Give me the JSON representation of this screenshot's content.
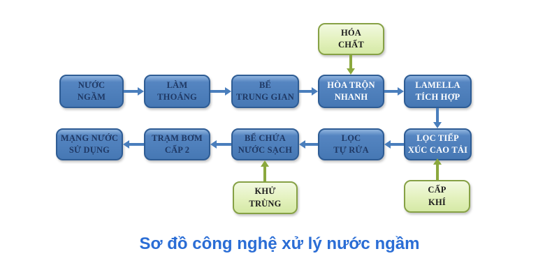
{
  "diagram": {
    "title": "Sơ đồ công nghệ xử lý nước ngầm",
    "colors": {
      "process_box_fill": "#4f81bd",
      "process_box_border": "#2e5c94",
      "process_text_dark": "#1f3864",
      "process_text_light": "#ffffff",
      "chemical_box_fill": "#e3f1bd",
      "chemical_box_border": "#86a145",
      "chemical_text": "#1c1c1c",
      "arrow_blue": "#4a7ebc",
      "arrow_green": "#8ba83e",
      "title_color": "#2a6dd5",
      "background": "#ffffff"
    },
    "nodes": {
      "nuoc_ngam": {
        "label": "NƯỚC\nNGẦM"
      },
      "lam_thoang": {
        "label": "LÀM\nTHOÁNG"
      },
      "be_trung_gian": {
        "label": "BỂ\nTRUNG GIAN"
      },
      "hoa_tron_nhanh": {
        "label": "HÒA TRỘN\nNHANH"
      },
      "lamella": {
        "label": "LAMELLA\nTÍCH HỢP"
      },
      "mang_nuoc_su_dung": {
        "label": "MẠNG NƯỚC\nSỬ DỤNG"
      },
      "tram_bom_cap2": {
        "label": "TRẠM BƠM\nCẤP 2"
      },
      "be_chua_nuoc_sach": {
        "label": "BỂ CHỨA\nNƯỚC SẠCH"
      },
      "loc_tu_rua": {
        "label": "LỌC\nTỰ RỬA"
      },
      "loc_tiep_xuc_cao_tai": {
        "label": "LỌC TIẾP\nXÚC CAO TẢI"
      },
      "hoa_chat": {
        "label": "HÓA\nCHẤT"
      },
      "khu_trung": {
        "label": "KHỬ\nTRÙNG"
      },
      "cap_khi": {
        "label": "CẤP\nKHÍ"
      }
    },
    "flow": [
      "NƯỚC NGẦM → LÀM THOÁNG → BỂ TRUNG GIAN → HÒA TRỘN NHANH → LAMELLA TÍCH HỢP → LỌC TIẾP XÚC CAO TẢI → LỌC TỰ RỬA → BỂ CHỨA NƯỚC SẠCH → TRẠM BƠM CẤP 2 → MẠNG NƯỚC SỬ DỤNG",
      "HÓA CHẤT → HÒA TRỘN NHANH",
      "KHỬ TRÙNG → BỂ CHỨA NƯỚC SẠCH",
      "CẤP KHÍ → LỌC TIẾP XÚC CAO TẢI"
    ]
  }
}
